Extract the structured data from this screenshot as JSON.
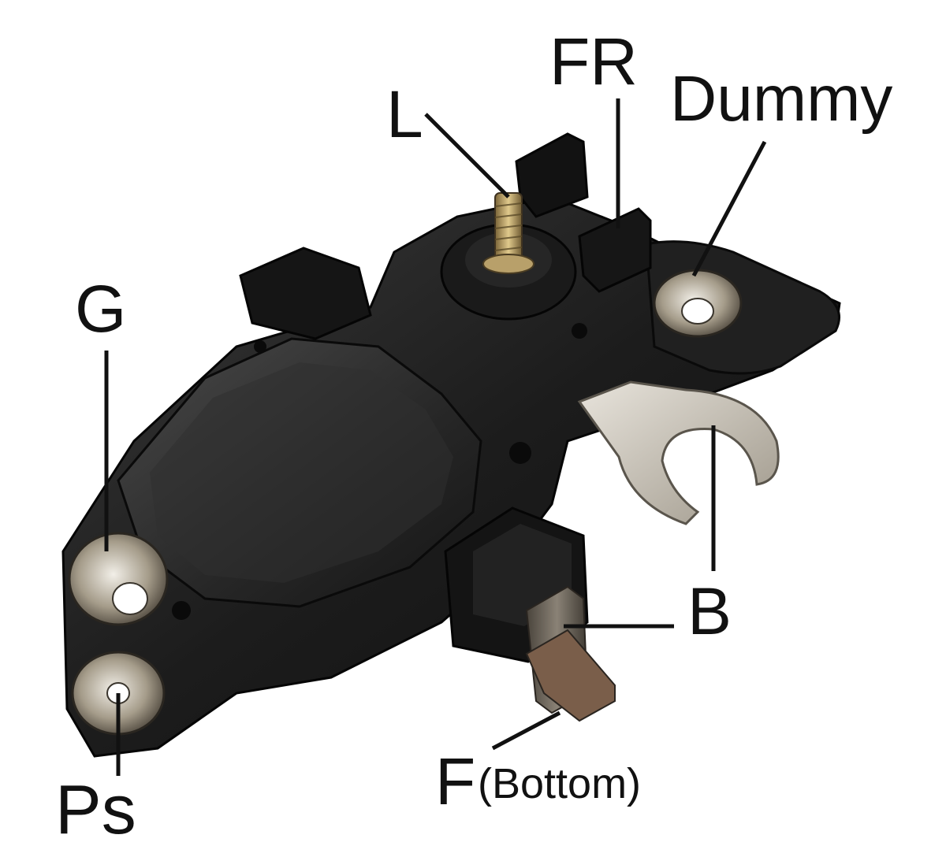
{
  "labels": {
    "fr": "FR",
    "dummy": "Dummy",
    "l": "L",
    "g": "G",
    "b": "B",
    "f": "F",
    "f_note": "(Bottom)",
    "ps": "Ps"
  },
  "colors": {
    "housing": "#1a1a1a",
    "metal": "#c9c2b4",
    "brass": "#b89a5a",
    "brush": "#6b6458",
    "leader_line": "#111111"
  }
}
